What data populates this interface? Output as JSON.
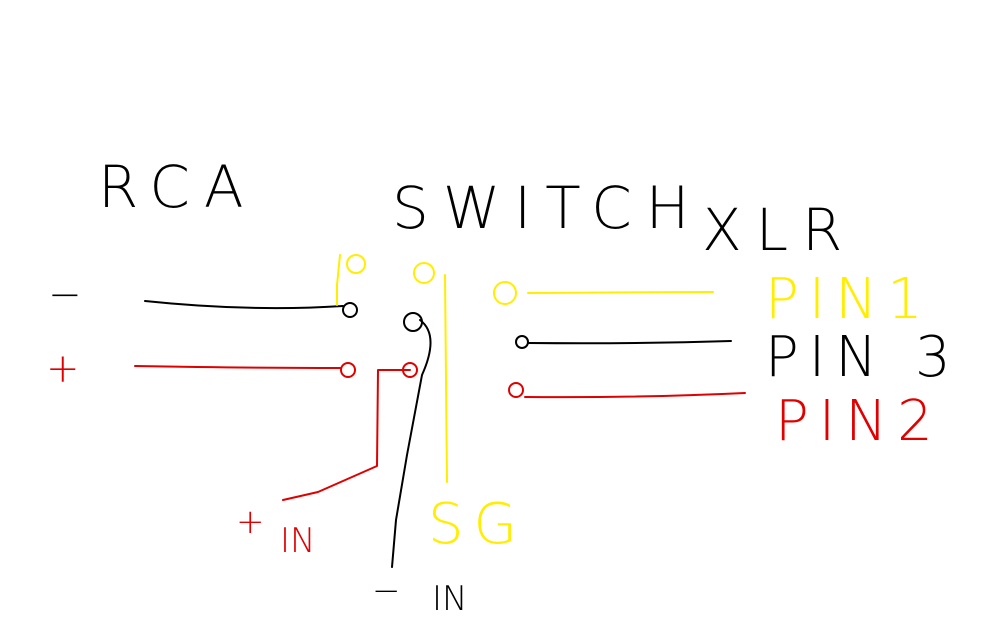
{
  "colors": {
    "black": "#000000",
    "red": "#e00000",
    "yellow": "#ffee00",
    "background": "#ffffff"
  },
  "labels": {
    "rca": "RCA",
    "switch": "SWITCH",
    "xlr": "XLR",
    "rca_minus": "−",
    "rca_plus": "+",
    "pin1": "PIN1",
    "pin3": "PIN 3",
    "pin2": "PIN2",
    "plus_in_sign": "+",
    "plus_in_text": "IN",
    "minus_in_sign": "−",
    "minus_in_text": "IN",
    "ground": "SG"
  }
}
